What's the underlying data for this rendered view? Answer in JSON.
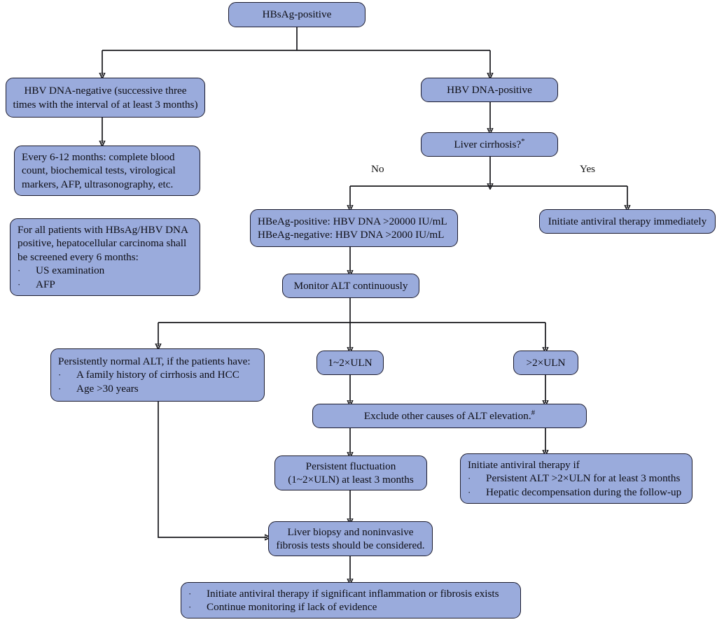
{
  "chart_data": {
    "type": "diagram",
    "title": "Management flowchart for HBsAg-positive patients",
    "subtype": "clinical-decision-flowchart"
  },
  "nodes": {
    "hbsag_positive": {
      "label": "HBsAg-positive"
    },
    "hbv_dna_negative": {
      "line1": "HBV DNA-negative (successive three",
      "line2": "times with the interval of at least 3 months)"
    },
    "followup_6_12": {
      "line1": "Every 6-12 months: complete blood",
      "line2": "count, biochemical tests, virological",
      "line3": "markers, AFP, ultrasonography, etc."
    },
    "hcc_screening": {
      "line1": "For all patients with HBsAg/HBV DNA",
      "line2": "positive, hepatocellular carcinoma shall",
      "line3": "be screened every 6 months:",
      "bullet1": "US examination",
      "bullet2": "AFP"
    },
    "hbv_dna_positive": {
      "label": "HBV DNA-positive"
    },
    "liver_cirrhosis": {
      "label": "Liver cirrhosis?",
      "sup": "*"
    },
    "hbeag_thresholds": {
      "line1": "HBeAg-positive: HBV DNA >20000 IU/mL",
      "line2": "HBeAg-negative: HBV DNA >2000 IU/mL"
    },
    "initiate_immediately": {
      "label": "Initiate antiviral therapy immediately"
    },
    "monitor_alt": {
      "label": "Monitor ALT continuously"
    },
    "persistently_normal": {
      "line1": "Persistently normal ALT, if the patients have:",
      "bullet1": "A family history of cirrhosis and HCC",
      "bullet2": "Age >30 years"
    },
    "uln_1_2": {
      "label": "1~2×ULN"
    },
    "uln_gt2": {
      "label": ">2×ULN"
    },
    "exclude_causes": {
      "label": "Exclude other causes of ALT elevation.",
      "sup": "#"
    },
    "persistent_fluct": {
      "line1": "Persistent fluctuation",
      "line2": "(1~2×ULN) at least 3 months"
    },
    "initiate_if": {
      "line1": "Initiate antiviral therapy if",
      "bullet1": "Persistent ALT >2×ULN for at least 3 months",
      "bullet2": "Hepatic decompensation during the follow-up"
    },
    "liver_biopsy": {
      "line1": "Liver biopsy and noninvasive",
      "line2": "fibrosis tests should be considered."
    },
    "final_outcome": {
      "bullet1": "Initiate antiviral therapy if significant inflammation or fibrosis exists",
      "bullet2": "Continue monitoring if lack of evidence"
    }
  },
  "edge_labels": {
    "no": "No",
    "yes": "Yes"
  },
  "markers": {
    "bullet": "·"
  },
  "colors": {
    "node_fill": "#9aabdc",
    "node_border": "#1b1b2e",
    "connector": "#18181c",
    "text": "#0d0d14",
    "background": "#ffffff"
  }
}
